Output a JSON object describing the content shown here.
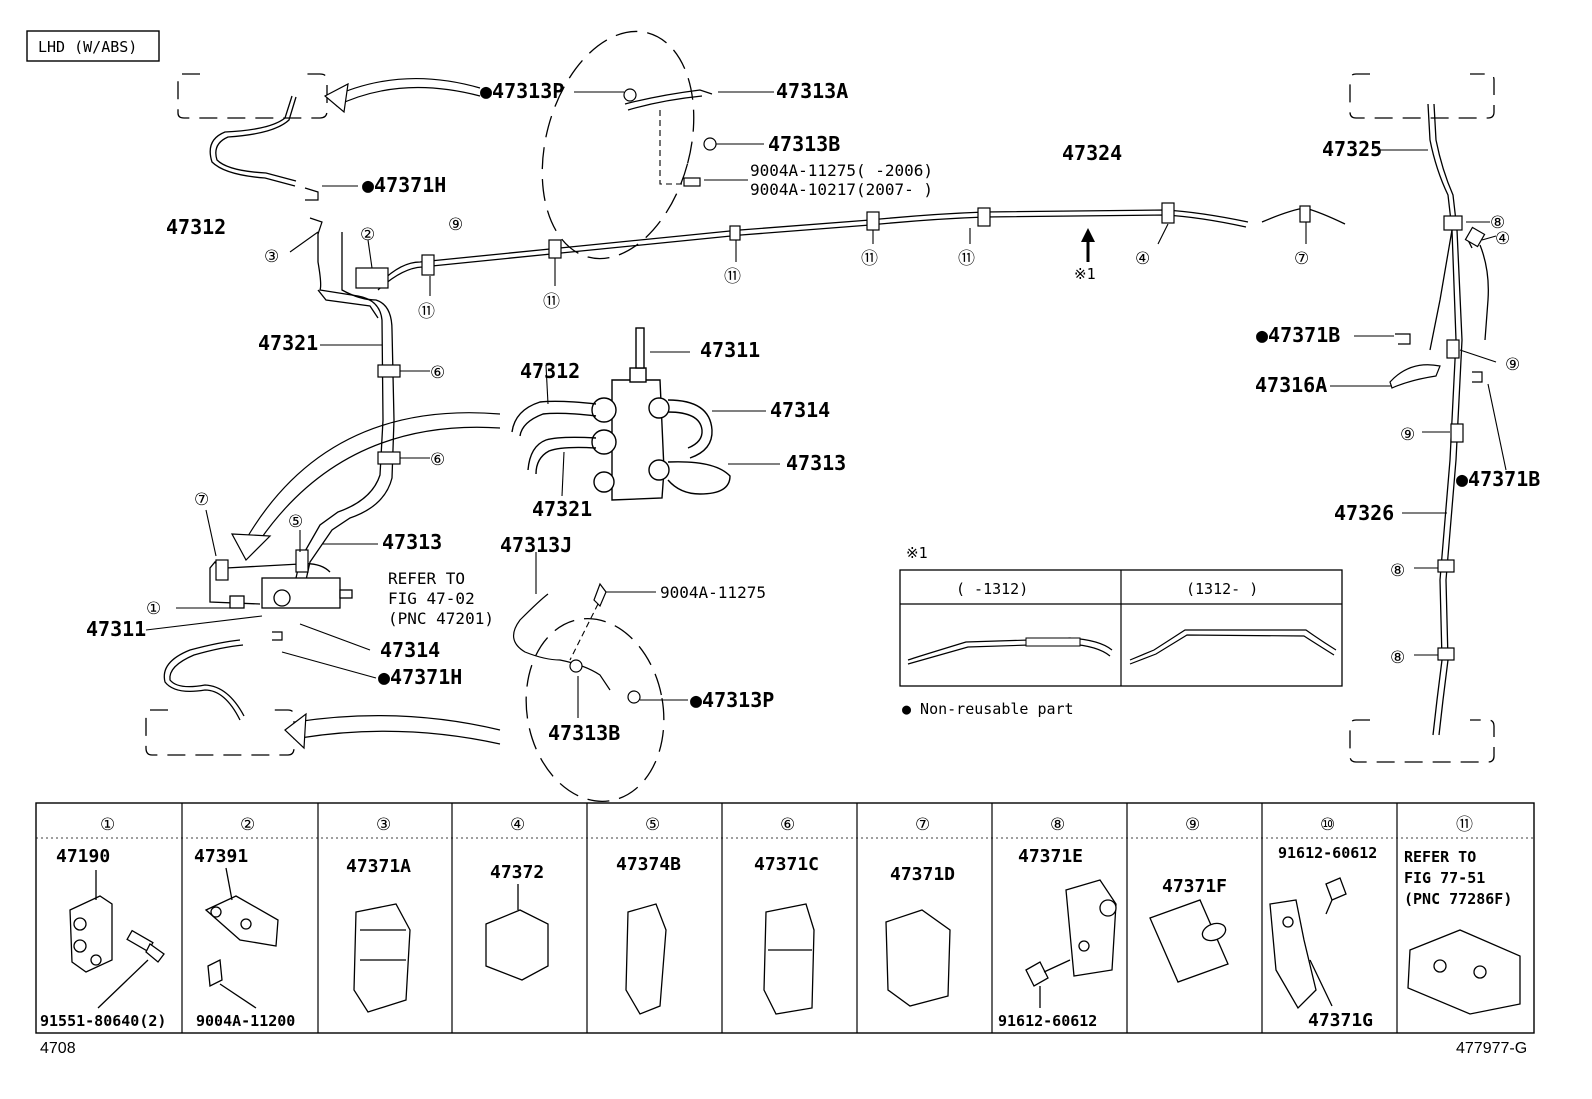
{
  "header_box": "LHD (W/ABS)",
  "labels": {
    "p47313P_top": "●47313P",
    "p47313A": "47313A",
    "p47313B_top": "47313B",
    "p9004A_11275_top": "9004A-11275(     -2006)",
    "p9004A_10217": "9004A-10217(2007-     )",
    "p47371H_top": "●47371H",
    "p47312_left": "47312",
    "p47324": "47324",
    "p47325": "47325",
    "p47321_left": "47321",
    "p47312_mid": "47312",
    "p47311_mid": "47311",
    "p47314_mid": "47314",
    "p47313_mid": "47313",
    "p47321_mid": "47321",
    "p47313_left": "47313",
    "refer_line1": "REFER TO",
    "refer_line2": "FIG 47-02",
    "refer_line3": "(PNC 47201)",
    "p47311_left": "47311",
    "p47314_left": "47314",
    "p47371H_bottom": "●47371H",
    "p47313J": "47313J",
    "p9004A_11275_bottom": "9004A-11275",
    "p47313B_bottom": "47313B",
    "p47313P_bottom": "●47313P",
    "p47371B_left": "●47371B",
    "p47316A": "47316A",
    "p47371B_right": "●47371B",
    "p47326": "47326",
    "arrow_ref": "※1"
  },
  "circled": {
    "c1": "①",
    "c2": "②",
    "c3": "③",
    "c4": "④",
    "c5": "⑤",
    "c6": "⑥",
    "c7": "⑦",
    "c8": "⑧",
    "c9": "⑨",
    "c10": "⑩",
    "c11": "⑪"
  },
  "inset": {
    "mark": "※1",
    "col_left": "(     -1312)",
    "col_right": "(1312-     )",
    "legend": "● Non-reusable part"
  },
  "parts_table": [
    {
      "num": "①",
      "items": [
        "47190",
        "91551-80640(2)"
      ]
    },
    {
      "num": "②",
      "items": [
        "47391",
        "9004A-11200"
      ]
    },
    {
      "num": "③",
      "items": [
        "47371A"
      ]
    },
    {
      "num": "④",
      "items": [
        "47372"
      ]
    },
    {
      "num": "⑤",
      "items": [
        "47374B"
      ]
    },
    {
      "num": "⑥",
      "items": [
        "47371C"
      ]
    },
    {
      "num": "⑦",
      "items": [
        "47371D"
      ]
    },
    {
      "num": "⑧",
      "items": [
        "47371E",
        "91612-60612"
      ]
    },
    {
      "num": "⑨",
      "items": [
        "47371F"
      ]
    },
    {
      "num": "⑩",
      "items": [
        "91612-60612",
        "47371G"
      ]
    },
    {
      "num": "⑪",
      "items": [
        "REFER TO",
        "FIG 77-51",
        "(PNC 77286F)"
      ]
    }
  ],
  "footer": {
    "left": "4708",
    "right": "477977-G"
  }
}
